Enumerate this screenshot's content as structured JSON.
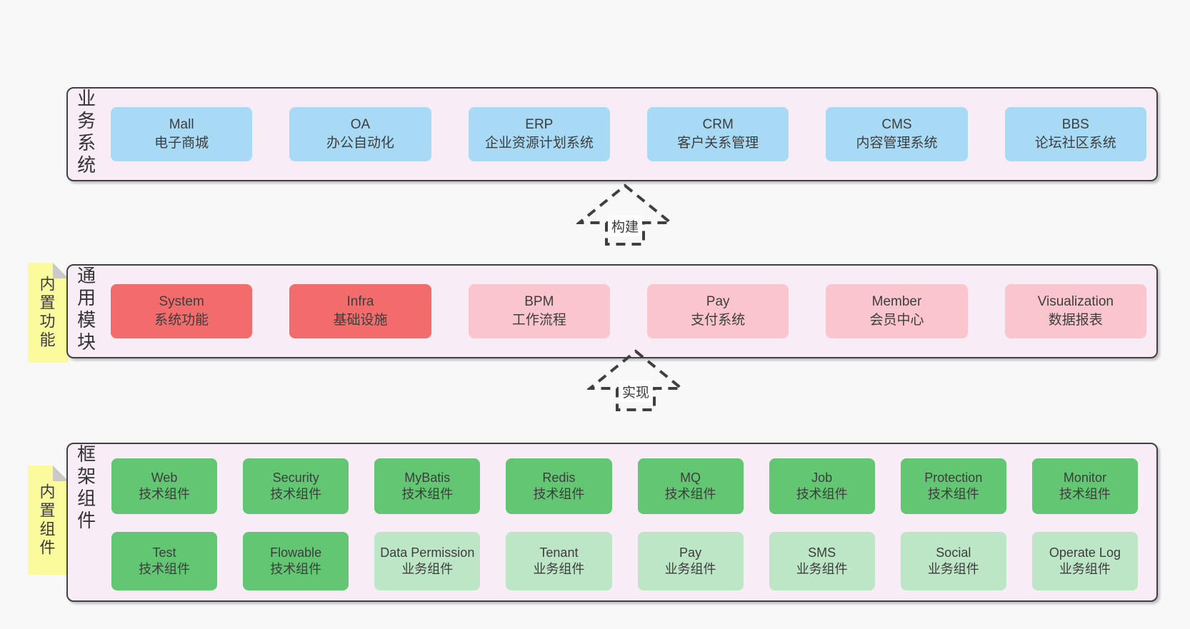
{
  "colors": {
    "page_bg": "#f8f8f8",
    "panel_bg": "#f8edf6",
    "panel_border": "#404040",
    "box_blue": "#a8daf5",
    "box_red": "#f26c6c",
    "box_pink": "#fbc5cd",
    "box_green": "#63c672",
    "box_green_light": "#bce6c5",
    "sticky_yellow": "#fbfb9e",
    "sticky_fold_gray": "#c9c9c9",
    "text": "#3d3d3d"
  },
  "panels": [
    {
      "label": "业务系统",
      "boxes": [
        {
          "name": "Mall",
          "desc": "电子商城",
          "variant": "blue"
        },
        {
          "name": "OA",
          "desc": "办公自动化",
          "variant": "blue"
        },
        {
          "name": "ERP",
          "desc": "企业资源计划系统",
          "variant": "blue"
        },
        {
          "name": "CRM",
          "desc": "客户关系管理",
          "variant": "blue"
        },
        {
          "name": "CMS",
          "desc": "内容管理系统",
          "variant": "blue"
        },
        {
          "name": "BBS",
          "desc": "论坛社区系统",
          "variant": "blue"
        }
      ]
    },
    {
      "label": "通用模块",
      "tab": "内置功能",
      "boxes": [
        {
          "name": "System",
          "desc": "系统功能",
          "variant": "red"
        },
        {
          "name": "Infra",
          "desc": "基础设施",
          "variant": "red"
        },
        {
          "name": "BPM",
          "desc": "工作流程",
          "variant": "pink"
        },
        {
          "name": "Pay",
          "desc": "支付系统",
          "variant": "pink"
        },
        {
          "name": "Member",
          "desc": "会员中心",
          "variant": "pink"
        },
        {
          "name": "Visualization",
          "desc": "数据报表",
          "variant": "pink"
        }
      ]
    },
    {
      "label": "框架组件",
      "tab": "内置组件",
      "rows": [
        [
          {
            "name": "Web",
            "desc": "技术组件",
            "variant": "green"
          },
          {
            "name": "Security",
            "desc": "技术组件",
            "variant": "green"
          },
          {
            "name": "MyBatis",
            "desc": "技术组件",
            "variant": "green"
          },
          {
            "name": "Redis",
            "desc": "技术组件",
            "variant": "green"
          },
          {
            "name": "MQ",
            "desc": "技术组件",
            "variant": "green"
          },
          {
            "name": "Job",
            "desc": "技术组件",
            "variant": "green"
          },
          {
            "name": "Protection",
            "desc": "技术组件",
            "variant": "green"
          },
          {
            "name": "Monitor",
            "desc": "技术组件",
            "variant": "green"
          }
        ],
        [
          {
            "name": "Test",
            "desc": "技术组件",
            "variant": "green"
          },
          {
            "name": "Flowable",
            "desc": "技术组件",
            "variant": "green"
          },
          {
            "name": "Data Permission",
            "desc": "业务组件",
            "variant": "green-light"
          },
          {
            "name": "Tenant",
            "desc": "业务组件",
            "variant": "green-light"
          },
          {
            "name": "Pay",
            "desc": "业务组件",
            "variant": "green-light"
          },
          {
            "name": "SMS",
            "desc": "业务组件",
            "variant": "green-light"
          },
          {
            "name": "Social",
            "desc": "业务组件",
            "variant": "green-light"
          },
          {
            "name": "Operate Log",
            "desc": "业务组件",
            "variant": "green-light"
          }
        ]
      ]
    }
  ],
  "arrows": [
    {
      "label": "构建"
    },
    {
      "label": "实现"
    }
  ]
}
